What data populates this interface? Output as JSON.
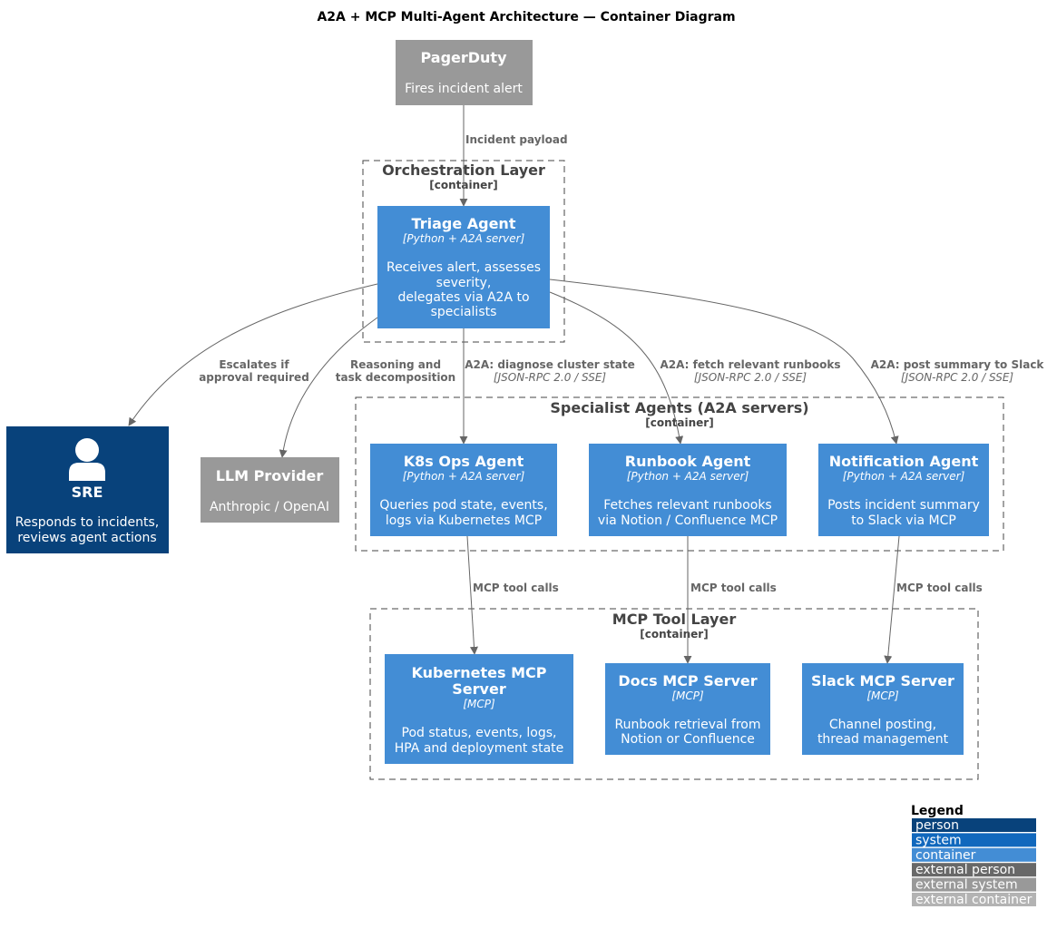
{
  "title": "A2A + MCP Multi-Agent Architecture — Container Diagram",
  "colors": {
    "person": "#08427B",
    "container": "#438DD5",
    "external_system": "#999999",
    "edge": "#666666",
    "boundary": "#444444"
  },
  "icons": {
    "sre": "person-icon"
  },
  "nodes": {
    "pagerduty": {
      "title": "PagerDuty",
      "desc": [
        "Fires incident alert"
      ]
    },
    "triage": {
      "title": "Triage Agent",
      "tech": "[Python + A2A server]",
      "desc": [
        "Receives alert, assesses",
        "severity,",
        "delegates via A2A to",
        "specialists"
      ]
    },
    "sre": {
      "title": "SRE",
      "desc": [
        "Responds to incidents,",
        "reviews agent actions"
      ]
    },
    "llm": {
      "title": "LLM Provider",
      "desc": [
        "Anthropic / OpenAI"
      ]
    },
    "k8s_agent": {
      "title": "K8s Ops Agent",
      "tech": "[Python + A2A server]",
      "desc": [
        "Queries pod state, events,",
        "logs via Kubernetes MCP"
      ]
    },
    "runbook_agent": {
      "title": "Runbook Agent",
      "tech": "[Python + A2A server]",
      "desc": [
        "Fetches relevant runbooks",
        "via Notion / Confluence MCP"
      ]
    },
    "notification_agent": {
      "title": "Notification Agent",
      "tech": "[Python + A2A server]",
      "desc": [
        "Posts incident summary",
        "to Slack via MCP"
      ]
    },
    "k8s_mcp": {
      "title": [
        "Kubernetes MCP",
        "Server"
      ],
      "tech": "[MCP]",
      "desc": [
        "Pod status, events, logs,",
        "HPA and deployment state"
      ]
    },
    "docs_mcp": {
      "title": "Docs MCP Server",
      "tech": "[MCP]",
      "desc": [
        "Runbook retrieval from",
        "Notion or Confluence"
      ]
    },
    "slack_mcp": {
      "title": "Slack MCP Server",
      "tech": "[MCP]",
      "desc": [
        "Channel posting,",
        "thread management"
      ]
    }
  },
  "boundaries": {
    "orchestration": {
      "title": "Orchestration Layer",
      "sub": "[container]"
    },
    "specialist": {
      "title": "Specialist Agents (A2A servers)",
      "sub": "[container]"
    },
    "mcp": {
      "title": "MCP Tool Layer",
      "sub": "[container]"
    }
  },
  "edges": {
    "incident": {
      "label": [
        "Incident payload"
      ]
    },
    "escalates": {
      "label": [
        "Escalates if",
        "approval required"
      ]
    },
    "reasoning": {
      "label": [
        "Reasoning and",
        "task decomposition"
      ]
    },
    "diagnose": {
      "label": [
        "A2A: diagnose cluster state"
      ],
      "tech": "[JSON-RPC 2.0 / SSE]"
    },
    "fetch": {
      "label": [
        "A2A: fetch relevant runbooks"
      ],
      "tech": "[JSON-RPC 2.0 / SSE]"
    },
    "post": {
      "label": [
        "A2A: post summary to Slack"
      ],
      "tech": "[JSON-RPC 2.0 / SSE]"
    },
    "mcp_k8s": {
      "label": [
        "MCP tool calls"
      ]
    },
    "mcp_docs": {
      "label": [
        "MCP tool calls"
      ]
    },
    "mcp_slack": {
      "label": [
        "MCP tool calls"
      ]
    }
  },
  "legend": {
    "title": "Legend",
    "items": [
      {
        "label": "person",
        "color": "#08427B"
      },
      {
        "label": "system",
        "color": "#1168BD"
      },
      {
        "label": "container",
        "color": "#438DD5"
      },
      {
        "label": "external person",
        "color": "#686868"
      },
      {
        "label": "external system",
        "color": "#999999"
      },
      {
        "label": "external container",
        "color": "#B3B3B3"
      }
    ]
  }
}
